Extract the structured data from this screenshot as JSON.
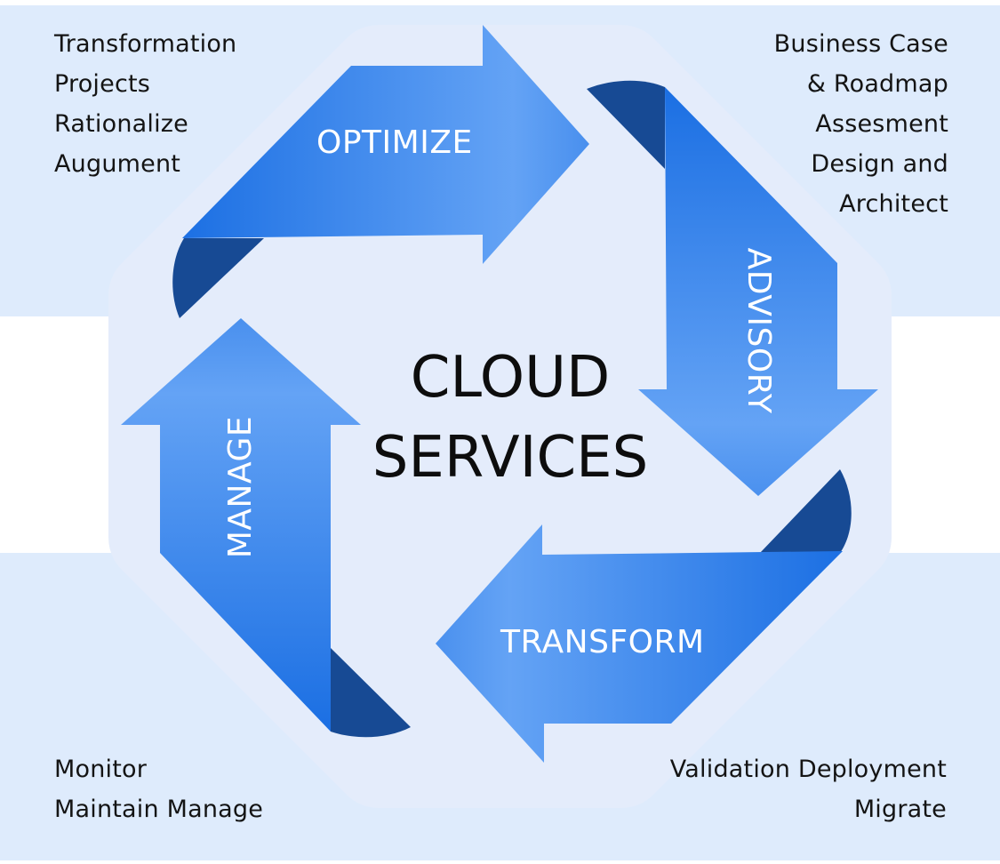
{
  "center": {
    "line1": "CLOUD",
    "line2": "SERVICES"
  },
  "arrows": {
    "optimize": "OPTIMIZE",
    "advisory": "ADVISORY",
    "transform": "TRANSFORM",
    "manage": "MANAGE"
  },
  "corners": {
    "top_left": [
      "Transformation",
      "Projects",
      "Rationalize",
      "Augument"
    ],
    "top_right": [
      "Business Case",
      "& Roadmap",
      "Assesment",
      "Design and",
      "Architect"
    ],
    "bottom_left": [
      "Monitor",
      "Maintain Manage"
    ],
    "bottom_right": [
      "Validation Deployment",
      "Migrate"
    ]
  },
  "colors": {
    "band": "#deebfc",
    "octagon": "#e4ecfb",
    "arrow_dark": "#1b6fe3",
    "arrow_light": "#64a3f5",
    "fold": "#174a94"
  }
}
